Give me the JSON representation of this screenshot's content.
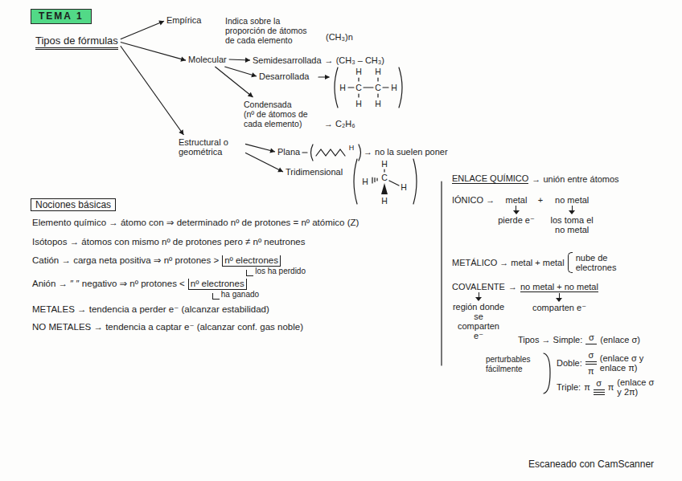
{
  "diagram": {
    "title": "TEMA 1",
    "nodes": [
      {
        "text": [
          "Tipos de fórmulas"
        ]
      },
      {
        "text": [
          "Empírica"
        ]
      },
      {
        "text": [
          "Indica sobre la proporción de átomos de cada elemento"
        ]
      },
      {
        "text": [
          "Molecular"
        ]
      },
      {
        "text": [
          "Semidesarrollada"
        ]
      },
      {
        "text": [
          "Desarrollada"
        ]
      },
      {
        "text": [
          "Condensada",
          "(nº de átomos de cada elemento)"
        ]
      },
      {
        "text": [
          "Estructural o geométrica"
        ]
      },
      {
        "text": [
          "Plana"
        ]
      },
      {
        "text": [
          "Tridimensional"
        ]
      },
      {
        "text": [
          "Nociones básicas"
        ]
      }
    ],
    "edges": [
      {
        "from": 0,
        "to": 1,
        "arrow": "to"
      },
      {
        "from": 0,
        "to": 3,
        "arrow": "to"
      },
      {
        "from": 0,
        "to": 7,
        "arrow": "to"
      },
      {
        "from": 3,
        "to": 4,
        "arrow": "to"
      },
      {
        "from": 3,
        "to": 5,
        "arrow": "to"
      },
      {
        "from": 3,
        "to": 6,
        "arrow": "to"
      },
      {
        "from": 7,
        "to": 8,
        "arrow": "to"
      },
      {
        "from": 7,
        "to": 9,
        "arrow": "to"
      }
    ],
    "labels": [
      "(CH₃)n",
      "→ (CH₃ – CH₃)",
      "H",
      "H",
      "H",
      "C",
      "C",
      "H",
      "H",
      "H",
      "→ C₂H₆",
      "H",
      "→ no la suelen poner",
      "H",
      "C",
      "H",
      "H",
      "H",
      "Elemento químico → átomo con ⇒ determinado nº de protones = nº atómico (Z)",
      "Isótopos → átomos con mismo nº de protones pero ≠ nº neutrones",
      "Catión → carga neta positiva ⇒ nº protones >",
      "nº electrones",
      "los ha perdido",
      "Anión → ″ ″ negativo ⇒ nº protones <",
      "nº electrones",
      "ha ganado",
      "METALES → tendencia a perder e⁻ (alcanzar estabilidad)",
      "NO METALES → tendencia a captar e⁻ (alcanzar conf. gas noble)",
      "ENLACE QUÍMICO",
      "→ unión entre átomos",
      "IÓNICO →",
      "metal",
      "+",
      "no metal",
      "pierde e⁻",
      "los toma el no metal",
      "METÁLICO → metal + metal",
      "nube de electrones",
      "COVALENTE",
      "→",
      "no metal + no metal",
      "región donde se comparten e⁻",
      "comparten e⁻",
      "Tipos → Simple:",
      "σ",
      "(enlace σ)",
      "perturbables fácilmente",
      "Doble:",
      "σ",
      "π",
      "(enlace σ y enlace π)",
      "Triple:",
      "π",
      "σ",
      "π",
      "(enlace σ y 2π)",
      "Escaneado con CamScanner"
    ]
  }
}
